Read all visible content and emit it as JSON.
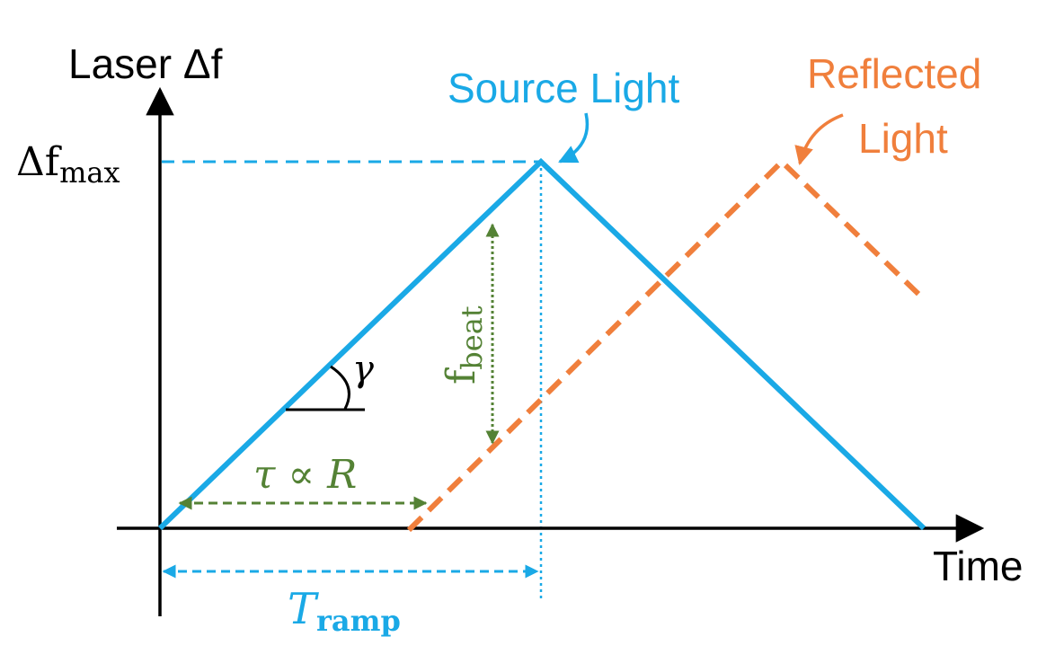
{
  "axes": {
    "y_label": "Laser Δf",
    "x_label": "Time"
  },
  "labels": {
    "fmax_base": "Δf",
    "fmax_sub": "max",
    "source_light": "Source Light",
    "reflected_line1": "Reflected",
    "reflected_line2": "Light",
    "gamma": "γ",
    "tau_relation": "τ ∝ R",
    "fbeat_base": "f",
    "fbeat_sub": "beat",
    "tramp_base": "T",
    "tramp_sub": "ramp"
  },
  "colors": {
    "source": "#1aa9e6",
    "reflected": "#f07f3c",
    "annotation": "#548235",
    "axis": "#000000"
  }
}
